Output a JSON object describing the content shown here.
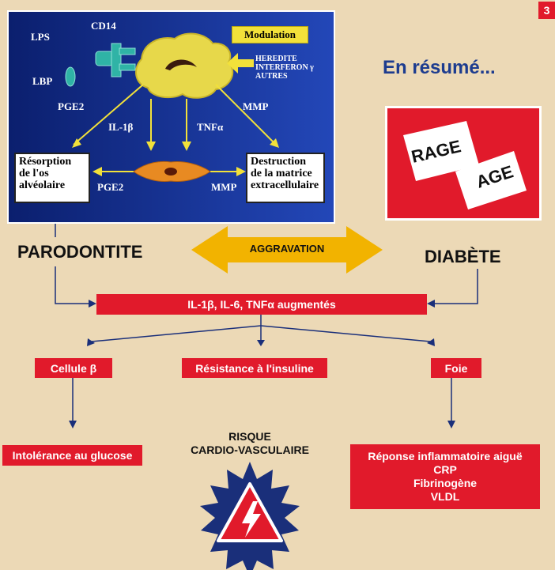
{
  "page_number": "3",
  "summary_title": "En résumé...",
  "panel": {
    "lps": "LPS",
    "cd14": "CD14",
    "lbp": "LBP",
    "modulation": "Modulation",
    "heredite": "HEREDITE",
    "interferon": "INTERFERON γ",
    "autres": "AUTRES",
    "pge2_top": "PGE2",
    "mmp_top": "MMP",
    "il1b": "IL-1β",
    "tnfa": "TNFα",
    "resorption": [
      "Résorption",
      "de l'os",
      "alvéolaire"
    ],
    "pge2_bottom": "PGE2",
    "mmp_bottom": "MMP",
    "destruction": [
      "Destruction",
      "de la matrice",
      "extracellulaire"
    ]
  },
  "rage_box": {
    "rage": "RAGE",
    "age": "AGE"
  },
  "parodontite": "PARODONTITE",
  "aggravation": "AGGRAVATION",
  "diabete": "DIABÈTE",
  "cytokines": "IL-1β, IL-6, TNFα augmentés",
  "cellule_beta": "Cellule β",
  "resistance": "Résistance à l'insuline",
  "foie": "Foie",
  "intolerance": "Intolérance au glucose",
  "risque": [
    "RISQUE",
    "CARDIO-VASCULAIRE"
  ],
  "reponse": [
    "Réponse inflammatoire aiguë",
    "CRP",
    "Fibrinogène",
    "VLDL"
  ],
  "colors": {
    "background": "#ecd9b6",
    "red": "#e11a2b",
    "blue_panel": "#1f3fa8",
    "title_blue": "#1d3c8f",
    "arrow_gold": "#f2b300",
    "dark_blue": "#1a2f7a"
  }
}
